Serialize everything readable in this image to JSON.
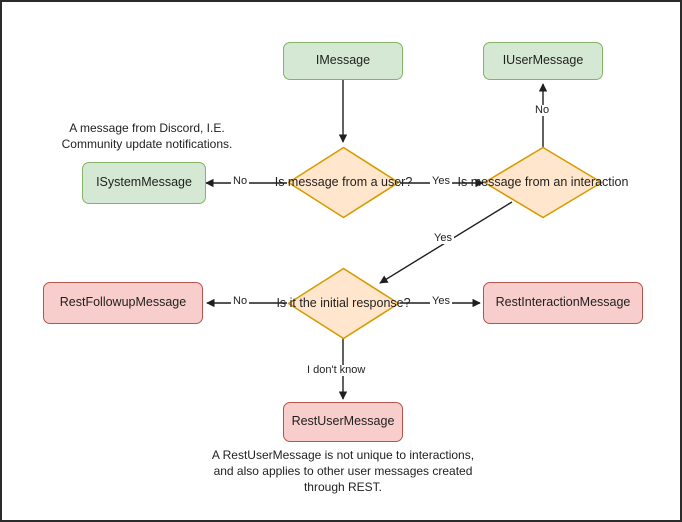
{
  "diagram": {
    "title": "Discord message type decision flowchart",
    "colors": {
      "green_fill": "#d5e8d4",
      "green_stroke": "#82b366",
      "orange_fill": "#ffe6cc",
      "orange_stroke": "#d79b00",
      "red_fill": "#f8cecc",
      "red_stroke": "#b85450",
      "edge_stroke": "#1f1f1f",
      "text": "#1f1f1f",
      "canvas_border": "#2b2b2b",
      "background": "#ffffff"
    },
    "nodes": {
      "imessage": {
        "label": "IMessage",
        "shape": "rounded-rect",
        "style": "green"
      },
      "iusermessage": {
        "label": "IUserMessage",
        "shape": "rounded-rect",
        "style": "green"
      },
      "isystemmessage": {
        "label": "ISystemMessage",
        "shape": "rounded-rect",
        "style": "green"
      },
      "decision_from_user": {
        "label": "Is message from a user?",
        "shape": "diamond",
        "style": "orange"
      },
      "decision_from_interaction": {
        "label": "Is message from an interaction",
        "shape": "diamond",
        "style": "orange"
      },
      "decision_initial_response": {
        "label": "Is it the initial response?",
        "shape": "diamond",
        "style": "orange"
      },
      "restfollowupmessage": {
        "label": "RestFollowupMessage",
        "shape": "rounded-rect",
        "style": "red"
      },
      "restinteractionmessage": {
        "label": "RestInteractionMessage",
        "shape": "rounded-rect",
        "style": "red"
      },
      "restusermessage": {
        "label": "RestUserMessage",
        "shape": "rounded-rect",
        "style": "red"
      }
    },
    "edge_labels": {
      "from_user_no": "No",
      "from_user_yes": "Yes",
      "from_interaction_no": "No",
      "from_interaction_yes": "Yes",
      "initial_response_no": "No",
      "initial_response_yes": "Yes",
      "initial_response_unknown": "I don't know"
    },
    "notes": {
      "system_message": "A message from Discord, I.E.\nCommunity update notifications.",
      "rest_user_message": "A RestUserMessage is not unique to interactions,\nand also applies to other user messages created\nthrough REST."
    }
  }
}
